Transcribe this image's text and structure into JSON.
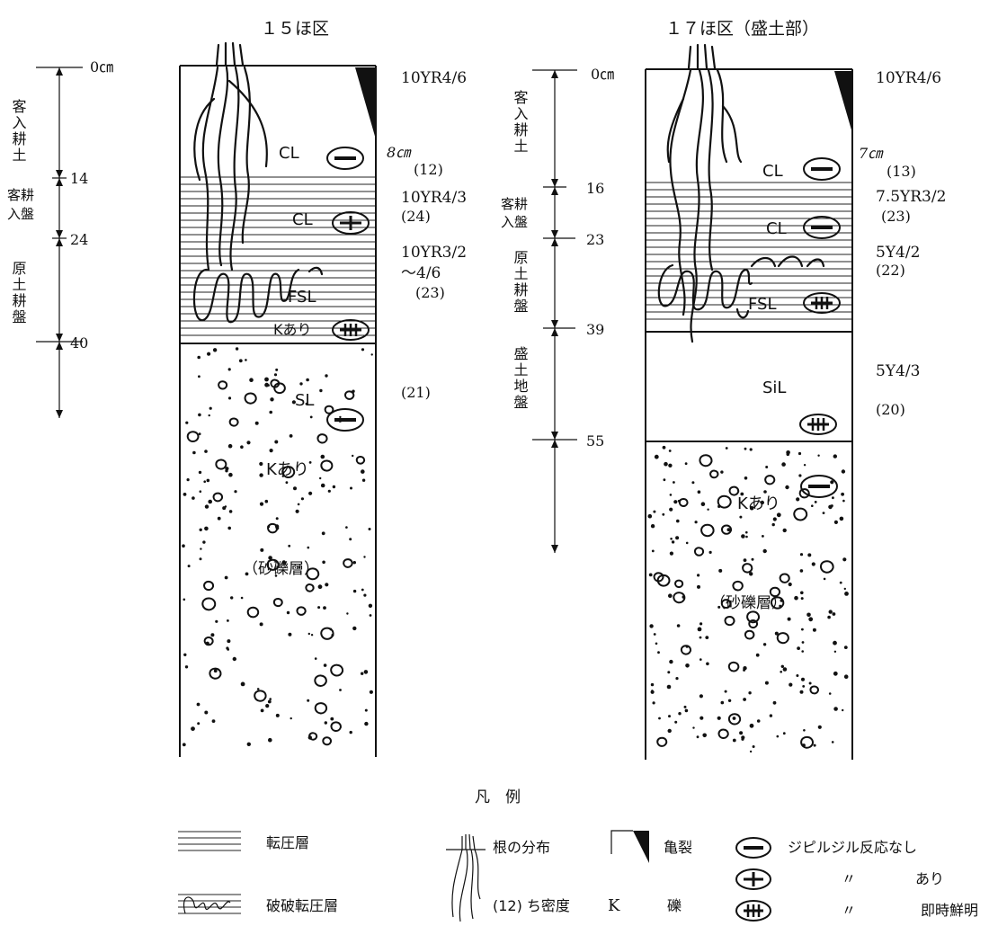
{
  "profiles": [
    {
      "title": "１５ほ区",
      "depth_labels": [
        "0㎝",
        "14",
        "24",
        "40"
      ],
      "depth_values_cm": [
        0,
        14,
        24,
        40
      ],
      "horizon_names": [
        "客入耕土",
        "客耕入盤",
        "原土耕盤"
      ],
      "colors": [
        "10YR4/6",
        "10YR4/3",
        "10YR3/2",
        "～4/6"
      ],
      "crack_depth": "8㎝",
      "densities": [
        "(12)",
        "(24)",
        "(23)",
        "(21)"
      ],
      "textures": [
        "CL",
        "CL",
        "FSL",
        "SL"
      ],
      "k_notes": [
        "Kあり",
        "Kあり"
      ],
      "gravel_label": "（砂礫層）",
      "reactions": [
        "none",
        "positive",
        "immediate",
        "none"
      ]
    },
    {
      "title": "１７ほ区（盛土部）",
      "depth_labels": [
        "0㎝",
        "16",
        "23",
        "39",
        "55"
      ],
      "depth_values_cm": [
        0,
        16,
        23,
        39,
        55
      ],
      "horizon_names": [
        "客入耕土",
        "客耕入盤",
        "原土耕盤",
        "盛土地盤"
      ],
      "colors": [
        "10YR4/6",
        "7.5YR3/2",
        "5Y4/2",
        "5Y4/3"
      ],
      "crack_depth": "7㎝",
      "densities": [
        "(13)",
        "(23)",
        "(22)",
        "(20)"
      ],
      "textures": [
        "CL",
        "CL",
        "FSL",
        "SiL"
      ],
      "k_notes": [
        "Kあり"
      ],
      "gravel_label": "（砂礫層）",
      "reactions": [
        "none",
        "none",
        "immediate",
        "immediate",
        "none"
      ]
    }
  ],
  "legend": {
    "title": "凡　例",
    "compaction_layer": "転圧層",
    "broken_compaction_layer": "破破転圧層",
    "root_distribution": "根の分布",
    "density": "(12) ち密度",
    "crack": "亀裂",
    "gravel_symbol": "K",
    "gravel": "礫",
    "reaction_none": "ジピルジル反応なし",
    "ditto_1": "〃",
    "reaction_positive": "あり",
    "ditto_2": "〃",
    "reaction_immediate": "即時鮮明"
  }
}
